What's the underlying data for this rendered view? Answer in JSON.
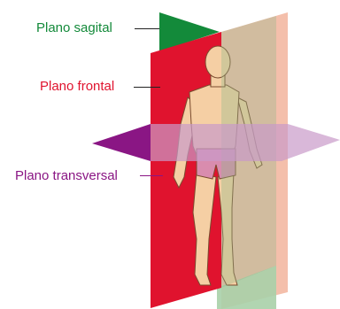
{
  "labels": {
    "sagittal": "Plano sagital",
    "frontal": "Plano frontal",
    "transverse": "Plano transversal"
  },
  "colors": {
    "sagittal_front": "#138a3a",
    "sagittal_back": "#f2b49c",
    "frontal_plane": "#e0132e",
    "transverse_plane": "#8a1684",
    "transverse_tint": "#c99ac9",
    "skin": "#f5cfa4",
    "skin_outline": "#7a4b2e",
    "shorts": "#d98cae",
    "lower_tint": "#a9d0a8"
  },
  "icons": [
    "human-figure"
  ]
}
